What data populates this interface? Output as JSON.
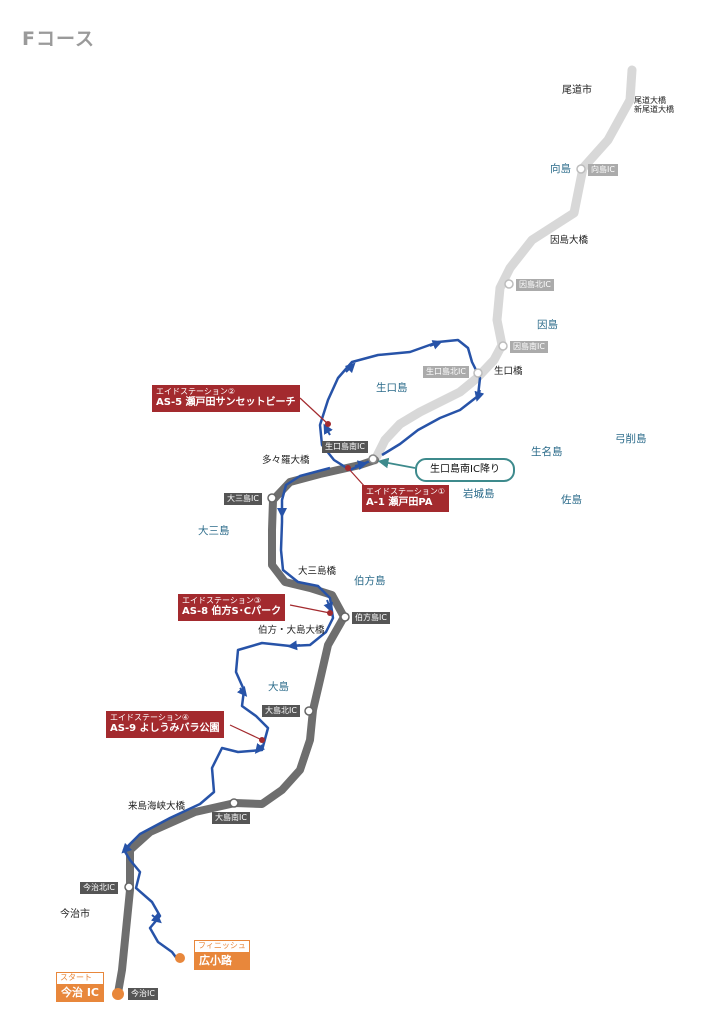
{
  "title": "Fコース",
  "cities": {
    "onomichi": "尾道市",
    "imabari": "今治市"
  },
  "bridges": {
    "onomichi": "尾道大橋\n新尾道大橋",
    "innoshima": "因島大橋",
    "ikuchi": "生口橋",
    "tatara": "多々羅大橋",
    "omishima": "大三島橋",
    "hakata_oshima": "伯方・大島大橋",
    "kurushima": "来島海峡大橋"
  },
  "islands": {
    "mukaishima": "向島",
    "innoshima": "因島",
    "ikuchijima": "生口島",
    "ikinajima": "生名島",
    "yugeshima": "弓削島",
    "iwagijima": "岩城島",
    "sashima": "佐島",
    "omishima": "大三島",
    "hakatajima": "伯方島",
    "oshima": "大島"
  },
  "interchanges": {
    "mukaishima": "向島IC",
    "innoshima_kita": "因島北IC",
    "innoshima_minami": "因島南IC",
    "ikuchijima_kita": "生口島北IC",
    "ikuchijima_minami": "生口島南IC",
    "omishima": "大三島IC",
    "hakatajima": "伯方島IC",
    "oshima_kita": "大島北IC",
    "oshima_minami": "大島南IC",
    "imabari_kita": "今治北IC",
    "imabari": "今治IC"
  },
  "exit_callout": "生口島南IC降り",
  "aid_stations": [
    {
      "label": "エイドステーション①",
      "name": "A-1 瀬戸田PA"
    },
    {
      "label": "エイドステーション②",
      "name": "AS-5 瀬戸田サンセットビーチ"
    },
    {
      "label": "エイドステーション③",
      "name": "AS-8 伯方S･Cパーク"
    },
    {
      "label": "エイドステーション④",
      "name": "AS-9 よしうみバラ公園"
    }
  ],
  "start": {
    "label": "スタート",
    "name": "今治 IC"
  },
  "finish": {
    "label": "フィニッシュ",
    "name": "広小路"
  },
  "colors": {
    "expressway_used": "#6e6e6e",
    "expressway_unused": "#d8d8d8",
    "cycling_route": "#2753a8",
    "aid_station": "#a32a2e",
    "start_finish": "#e8873b",
    "island_text": "#2b6b8a",
    "callout_border": "#3d8a8c"
  }
}
